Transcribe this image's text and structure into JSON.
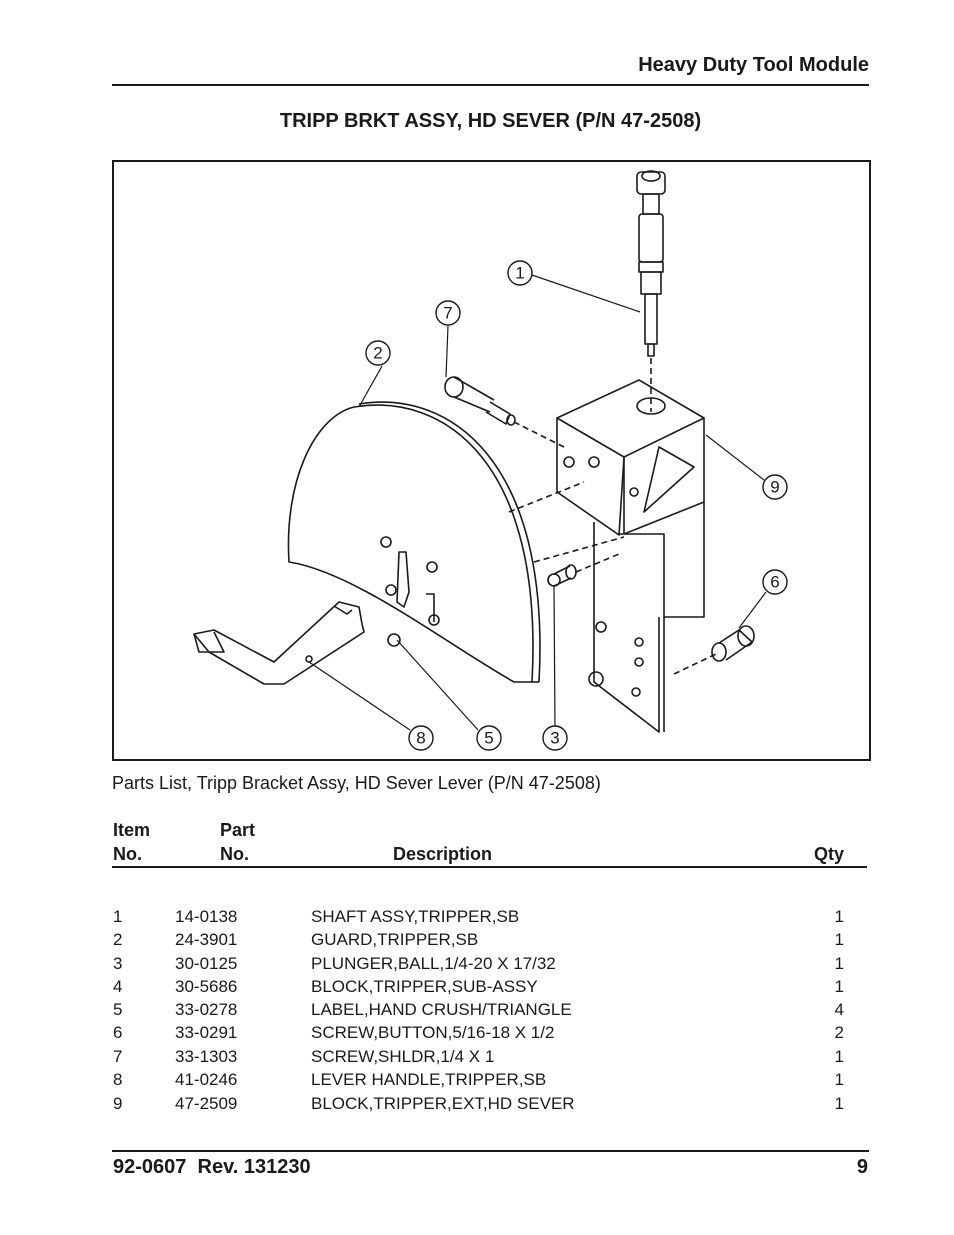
{
  "header": {
    "title": "Heavy Duty Tool Module"
  },
  "page_title": "TRIPP BRKT ASSY, HD SEVER (P/N 47-2508)",
  "figure": {
    "callouts": [
      "1",
      "7",
      "2",
      "9",
      "6",
      "8",
      "5",
      "3"
    ]
  },
  "caption": "Parts List, Tripp Bracket Assy, HD Sever Lever (P/N 47-2508)",
  "table": {
    "headers": {
      "item_line1": "Item",
      "item_line2": "No.",
      "part_line1": "Part",
      "part_line2": "No.",
      "description": "Description",
      "qty": "Qty"
    },
    "rows": [
      {
        "item": "1",
        "part": "14-0138",
        "description": "SHAFT ASSY,TRIPPER,SB",
        "qty": "1"
      },
      {
        "item": "2",
        "part": "24-3901",
        "description": "GUARD,TRIPPER,SB",
        "qty": "1"
      },
      {
        "item": "3",
        "part": "30-0125",
        "description": "PLUNGER,BALL,1/4-20 X 17/32",
        "qty": "1"
      },
      {
        "item": "4",
        "part": "30-5686",
        "description": "BLOCK,TRIPPER,SUB-ASSY",
        "qty": "1"
      },
      {
        "item": "5",
        "part": "33-0278",
        "description": "LABEL,HAND CRUSH/TRIANGLE",
        "qty": "4"
      },
      {
        "item": "6",
        "part": "33-0291",
        "description": "SCREW,BUTTON,5/16-18 X 1/2",
        "qty": "2"
      },
      {
        "item": "7",
        "part": "33-1303",
        "description": "SCREW,SHLDR,1/4 X 1",
        "qty": "1"
      },
      {
        "item": "8",
        "part": "41-0246",
        "description": "LEVER HANDLE,TRIPPER,SB",
        "qty": "1"
      },
      {
        "item": "9",
        "part": "47-2509",
        "description": "BLOCK,TRIPPER,EXT,HD SEVER",
        "qty": "1"
      }
    ]
  },
  "footer": {
    "doc_rev": "92-0607  Rev. 131230",
    "page_number": "9"
  }
}
